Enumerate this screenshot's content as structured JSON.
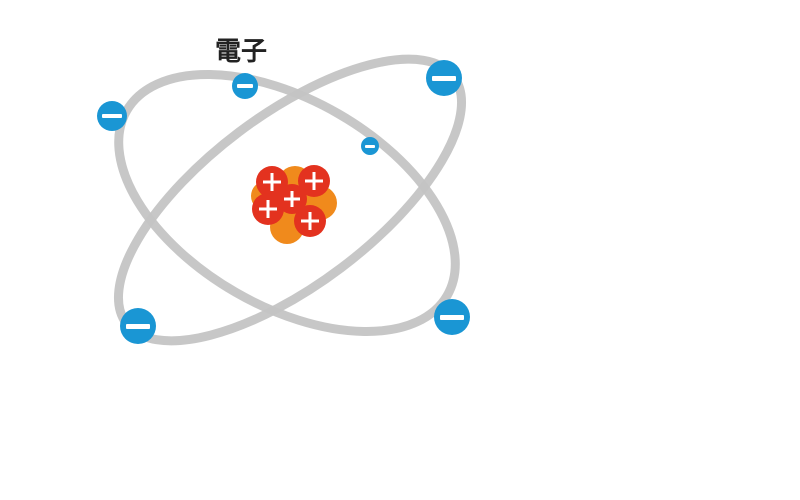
{
  "diagram": {
    "label": "電子",
    "colors": {
      "orbit": "#c4c4c4",
      "electron": "#1a96d4",
      "electron_sign": "#ffffff",
      "proton": "#e3321f",
      "neutron": "#f08a1c",
      "label": "#222222"
    },
    "icons": {
      "electron": "minus-sign-circle",
      "proton": "plus-sign-circle",
      "neutron": "plain-circle"
    },
    "counts": {
      "orbits": 2,
      "electrons": 6,
      "protons": 5,
      "neutrons": 4
    }
  }
}
